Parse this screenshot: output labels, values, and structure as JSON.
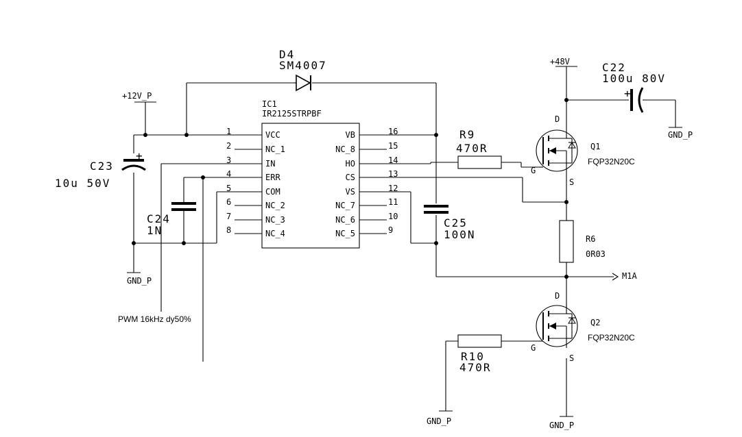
{
  "ic": {
    "ref": "IC1",
    "part": "IR2125STRPBF",
    "left_pins": [
      {
        "num": "1",
        "name": "VCC"
      },
      {
        "num": "2",
        "name": "NC_1"
      },
      {
        "num": "3",
        "name": "IN"
      },
      {
        "num": "4",
        "name": "ERR"
      },
      {
        "num": "5",
        "name": "COM"
      },
      {
        "num": "6",
        "name": "NC_2"
      },
      {
        "num": "7",
        "name": "NC_3"
      },
      {
        "num": "8",
        "name": "NC_4"
      }
    ],
    "right_pins": [
      {
        "num": "16",
        "name": "VB"
      },
      {
        "num": "15",
        "name": "NC_8"
      },
      {
        "num": "14",
        "name": "HO"
      },
      {
        "num": "13",
        "name": "CS"
      },
      {
        "num": "12",
        "name": "VS"
      },
      {
        "num": "11",
        "name": "NC_7"
      },
      {
        "num": "10",
        "name": "NC_6"
      },
      {
        "num": "9",
        "name": "NC_5"
      }
    ]
  },
  "d4": {
    "ref": "D4",
    "value": "SM4007"
  },
  "c22": {
    "ref": "C22",
    "value": "100u 80V"
  },
  "c23": {
    "ref": "C23",
    "value": "10u 50V"
  },
  "c24": {
    "ref": "C24",
    "value": "1N"
  },
  "c25": {
    "ref": "C25",
    "value": "100N"
  },
  "r9": {
    "ref": "R9",
    "value": "470R"
  },
  "r10": {
    "ref": "R10",
    "value": "470R"
  },
  "r6": {
    "ref": "R6",
    "value": "0R03"
  },
  "q1": {
    "ref": "Q1",
    "part": "FQP32N20C",
    "drain": "D",
    "gate": "G",
    "source": "S"
  },
  "q2": {
    "ref": "Q2",
    "part": "FQP32N20C",
    "drain": "D",
    "gate": "G",
    "source": "S"
  },
  "nets": {
    "v12": "+12V_P",
    "v48": "+48V",
    "gnd": "GND_P",
    "m1a": "M1A",
    "pwm": "PWM 16kHz dy50%"
  }
}
